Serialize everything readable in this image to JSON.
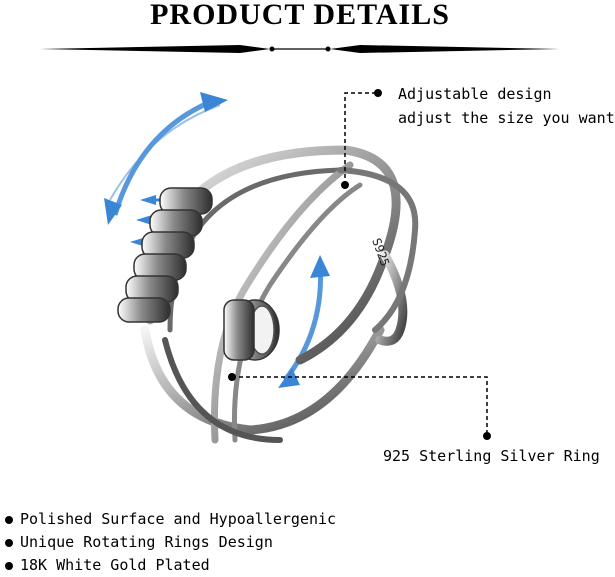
{
  "title": "PRODUCT DETAILS",
  "callouts": {
    "adjustable_line1": "Adjustable design",
    "adjustable_line2": "adjust the size you want",
    "sterling": "925 Sterling Silver Ring"
  },
  "engraving": "S925",
  "features": [
    "Polished Surface and Hypoallergenic",
    "Unique Rotating Rings Design",
    "18K White Gold Plated"
  ],
  "colors": {
    "arrow_blue": "#3a86d4",
    "silver_dark": "#4a4a4a",
    "silver_light": "#d9d9d9"
  }
}
